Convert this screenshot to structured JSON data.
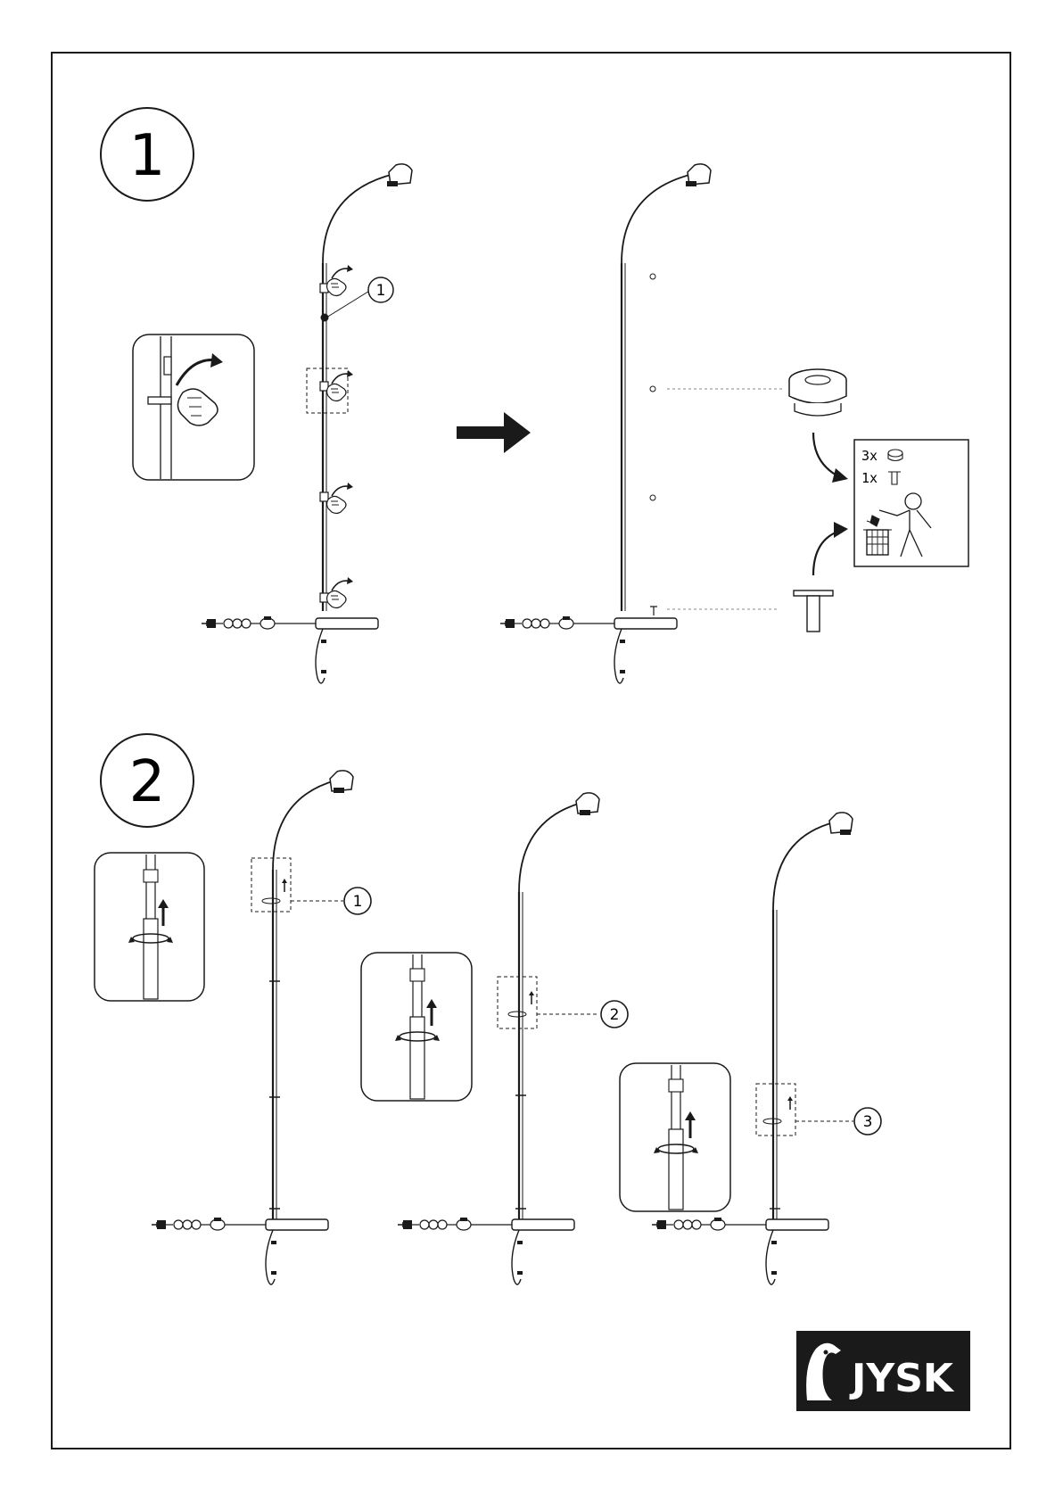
{
  "steps": {
    "step1": {
      "number": "1",
      "callout": "1",
      "parts_box": {
        "row1_qty": "3x",
        "row2_qty": "1x"
      }
    },
    "step2": {
      "number": "2",
      "callouts": [
        "1",
        "2",
        "3"
      ]
    }
  },
  "brand": {
    "logo_text": "JYSK"
  }
}
